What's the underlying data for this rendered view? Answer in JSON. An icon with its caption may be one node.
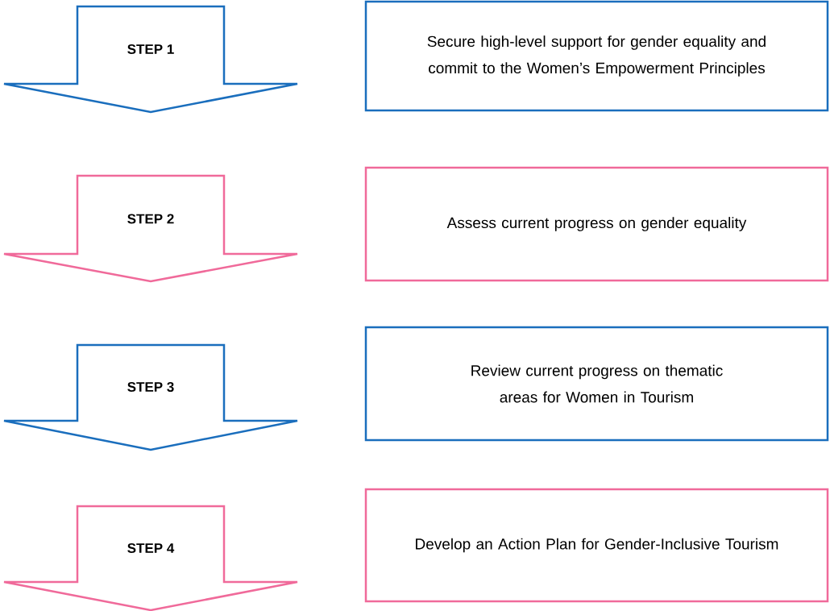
{
  "diagram": {
    "nodes": [
      {
        "text": [
          "STEP 1"
        ]
      },
      {
        "text": [
          "Secure high-level support for gender equality and commit to the Women’s Empowerment Principles"
        ]
      },
      {
        "text": [
          "STEP 2"
        ]
      },
      {
        "text": [
          "Assess current progress on gender equality"
        ]
      },
      {
        "text": [
          "STEP 3"
        ]
      },
      {
        "text": [
          "Review current progress on thematic areas for Women in Tourism"
        ]
      },
      {
        "text": [
          "STEP 4"
        ]
      },
      {
        "text": [
          "Develop an Action Plan for Gender-Inclusive Tourism"
        ]
      }
    ]
  }
}
